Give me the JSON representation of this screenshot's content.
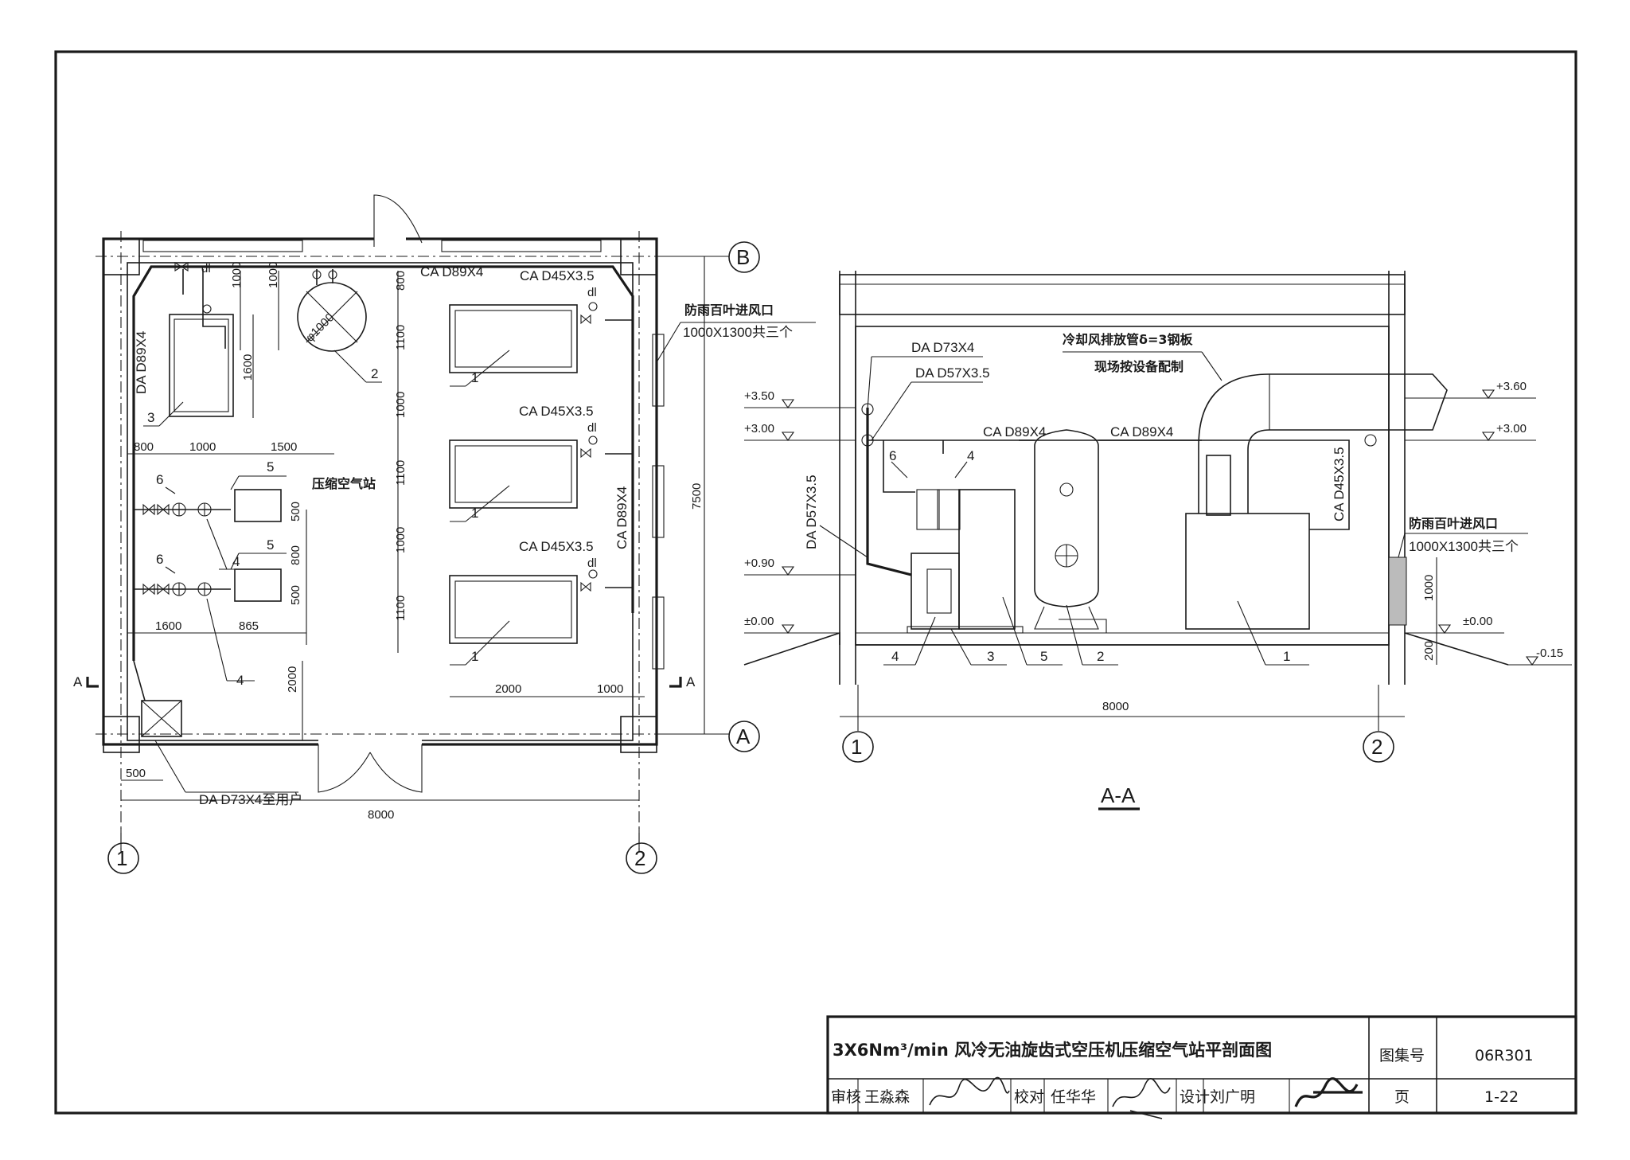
{
  "plan": {
    "room_label": "压缩空气站",
    "pipe_top": "CA D89X4",
    "pipe_branch_1": "CA D45X3.5",
    "pipe_branch_2": "CA D45X3.5",
    "pipe_branch_3": "CA D45X3.5",
    "pipe_right": "CA D89X4",
    "pipe_left": "DA D89X4",
    "pipe_out": "DA D73X4至用户",
    "tank_dia": "φ1000",
    "louver_title": "防雨百叶进风口",
    "louver_size": "1000X1300共三个",
    "drain_1": "dl",
    "drain_2": "dl",
    "drain_3": "dl",
    "drain_4": "dl",
    "dims": {
      "top_1000a": "1000",
      "top_1000b": "1000",
      "h1600": "1600",
      "w800": "800",
      "w1000": "1000",
      "w1500": "1500",
      "r800": "800",
      "r1100a": "1100",
      "r1000a": "1000",
      "r1100b": "1100",
      "r1000b": "1000",
      "r1100c": "1100",
      "b2000": "2000",
      "b1000": "1000",
      "f500a": "500",
      "f800": "800",
      "f500b": "500",
      "l1600": "1600",
      "l865": "865",
      "v2000": "2000",
      "d500": "500",
      "total_w": "8000",
      "total_h": "7500"
    },
    "tags": {
      "t1a": "1",
      "t1b": "1",
      "t1c": "1",
      "t2": "2",
      "t3": "3",
      "t4a": "4",
      "t4b": "4",
      "t5a": "5",
      "t5b": "5",
      "t6a": "6",
      "t6b": "6"
    },
    "axes": {
      "a1": "1",
      "a2": "2",
      "aA": "A",
      "aB": "B",
      "cutL": "A",
      "cutR": "A"
    }
  },
  "section": {
    "title": "A-A",
    "pipe_da73": "DA D73X4",
    "pipe_da57": "DA D57X3.5",
    "pipe_da57v": "DA D57X3.5",
    "pipe_ca89a": "CA D89X4",
    "pipe_ca89b": "CA D89X4",
    "pipe_ca45": "CA D45X3.5",
    "duct_note_1": "冷却风排放管δ=3钢板",
    "duct_note_2": "现场按设备配制",
    "louver_title": "防雨百叶进风口",
    "louver_size": "1000X1300共三个",
    "elev": {
      "e350": "+3.50",
      "e300": "+3.00",
      "e090": "+0.90",
      "e000": "±0.00",
      "e360": "+3.60",
      "e300r": "+3.00",
      "e000r": "±0.00",
      "em015": "-0.15"
    },
    "dims": {
      "total": "8000",
      "h1000": "1000",
      "h200": "200"
    },
    "tags": {
      "t6": "6",
      "t4a": "4",
      "t4b": "4",
      "t3": "3",
      "t5": "5",
      "t2": "2",
      "t1": "1"
    },
    "axes": {
      "a1": "1",
      "a2": "2"
    }
  },
  "title_block": {
    "title": "3X6Nm³/min 风冷无油旋齿式空压机压缩空气站平剖面图",
    "atlas_label": "图集号",
    "atlas_no": "06R301",
    "review_label": "审核",
    "reviewer": "王淼森",
    "check_label": "校对",
    "checker": "任华华",
    "design_label": "设计",
    "designer": "刘广明",
    "page_label": "页",
    "page_no": "1-22"
  }
}
